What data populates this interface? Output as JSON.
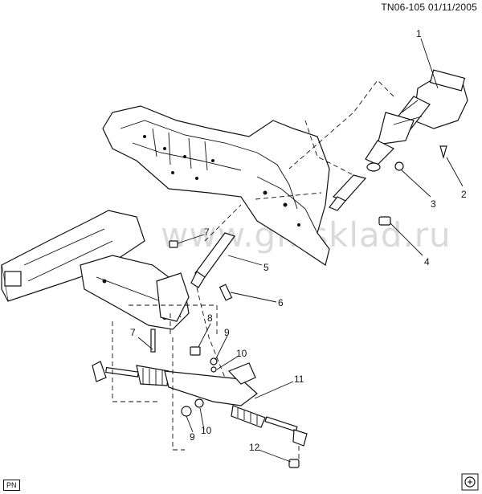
{
  "document_id": "TN06-105  01/11/2005",
  "pn_label": "PN",
  "watermark": "www.gmsklad.ru",
  "callouts": [
    {
      "id": "1",
      "label": "1"
    },
    {
      "id": "2",
      "label": "2"
    },
    {
      "id": "3",
      "label": "3"
    },
    {
      "id": "4",
      "label": "4"
    },
    {
      "id": "5",
      "label": "5"
    },
    {
      "id": "6",
      "label": "6"
    },
    {
      "id": "7a",
      "label": "7"
    },
    {
      "id": "7b",
      "label": "7"
    },
    {
      "id": "8",
      "label": "8"
    },
    {
      "id": "9a",
      "label": "9"
    },
    {
      "id": "9b",
      "label": "9"
    },
    {
      "id": "10a",
      "label": "10"
    },
    {
      "id": "10b",
      "label": "10"
    },
    {
      "id": "11",
      "label": "11"
    },
    {
      "id": "12",
      "label": "12"
    }
  ]
}
